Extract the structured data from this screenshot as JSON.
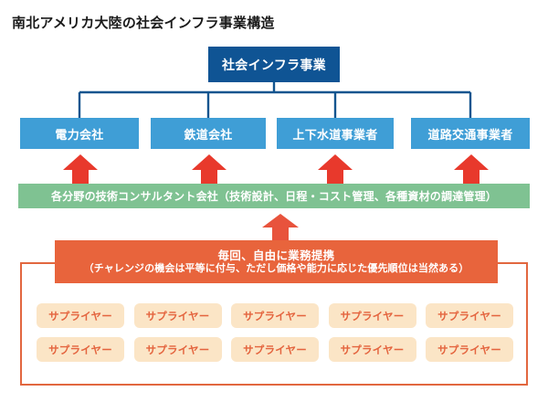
{
  "title": "南北アメリカ大陸の社会インフラ事業構造",
  "colors": {
    "root_box": "#0f5494",
    "tier2_box": "#3f9ed6",
    "connector_line": "#13558f",
    "red_arrow": "#e8392c",
    "green_bar": "#7fc292",
    "orange_banner": "#e8643c",
    "orange_frame": "#e2673f",
    "supplier_chip_bg": "#fbe5c6",
    "supplier_chip_text": "#e4643e",
    "title_text": "#1a1a1a"
  },
  "root": {
    "label": "社会インフラ事業"
  },
  "tier2": [
    {
      "label": "電力会社"
    },
    {
      "label": "鉄道会社"
    },
    {
      "label": "上下水道事業者"
    },
    {
      "label": "道路交通事業者"
    }
  ],
  "consultant_bar": {
    "label": "各分野の技術コンサルタント会社（技術設計、日程・コスト管理、各種資材の調達管理）"
  },
  "partnership_banner": {
    "line1": "毎回、自由に業務提携",
    "line2": "（チャレンジの機会は平等に付与、ただし価格や能力に応じた優先順位は当然ある）"
  },
  "suppliers": {
    "rows": [
      [
        {
          "label": "サプライヤー"
        },
        {
          "label": "サプライヤー"
        },
        {
          "label": "サプライヤー"
        },
        {
          "label": "サプライヤー"
        },
        {
          "label": "サプライヤー"
        }
      ],
      [
        {
          "label": "サプライヤー"
        },
        {
          "label": "サプライヤー"
        },
        {
          "label": "サプライヤー"
        },
        {
          "label": "サプライヤー"
        },
        {
          "label": "サプライヤー"
        }
      ]
    ]
  }
}
